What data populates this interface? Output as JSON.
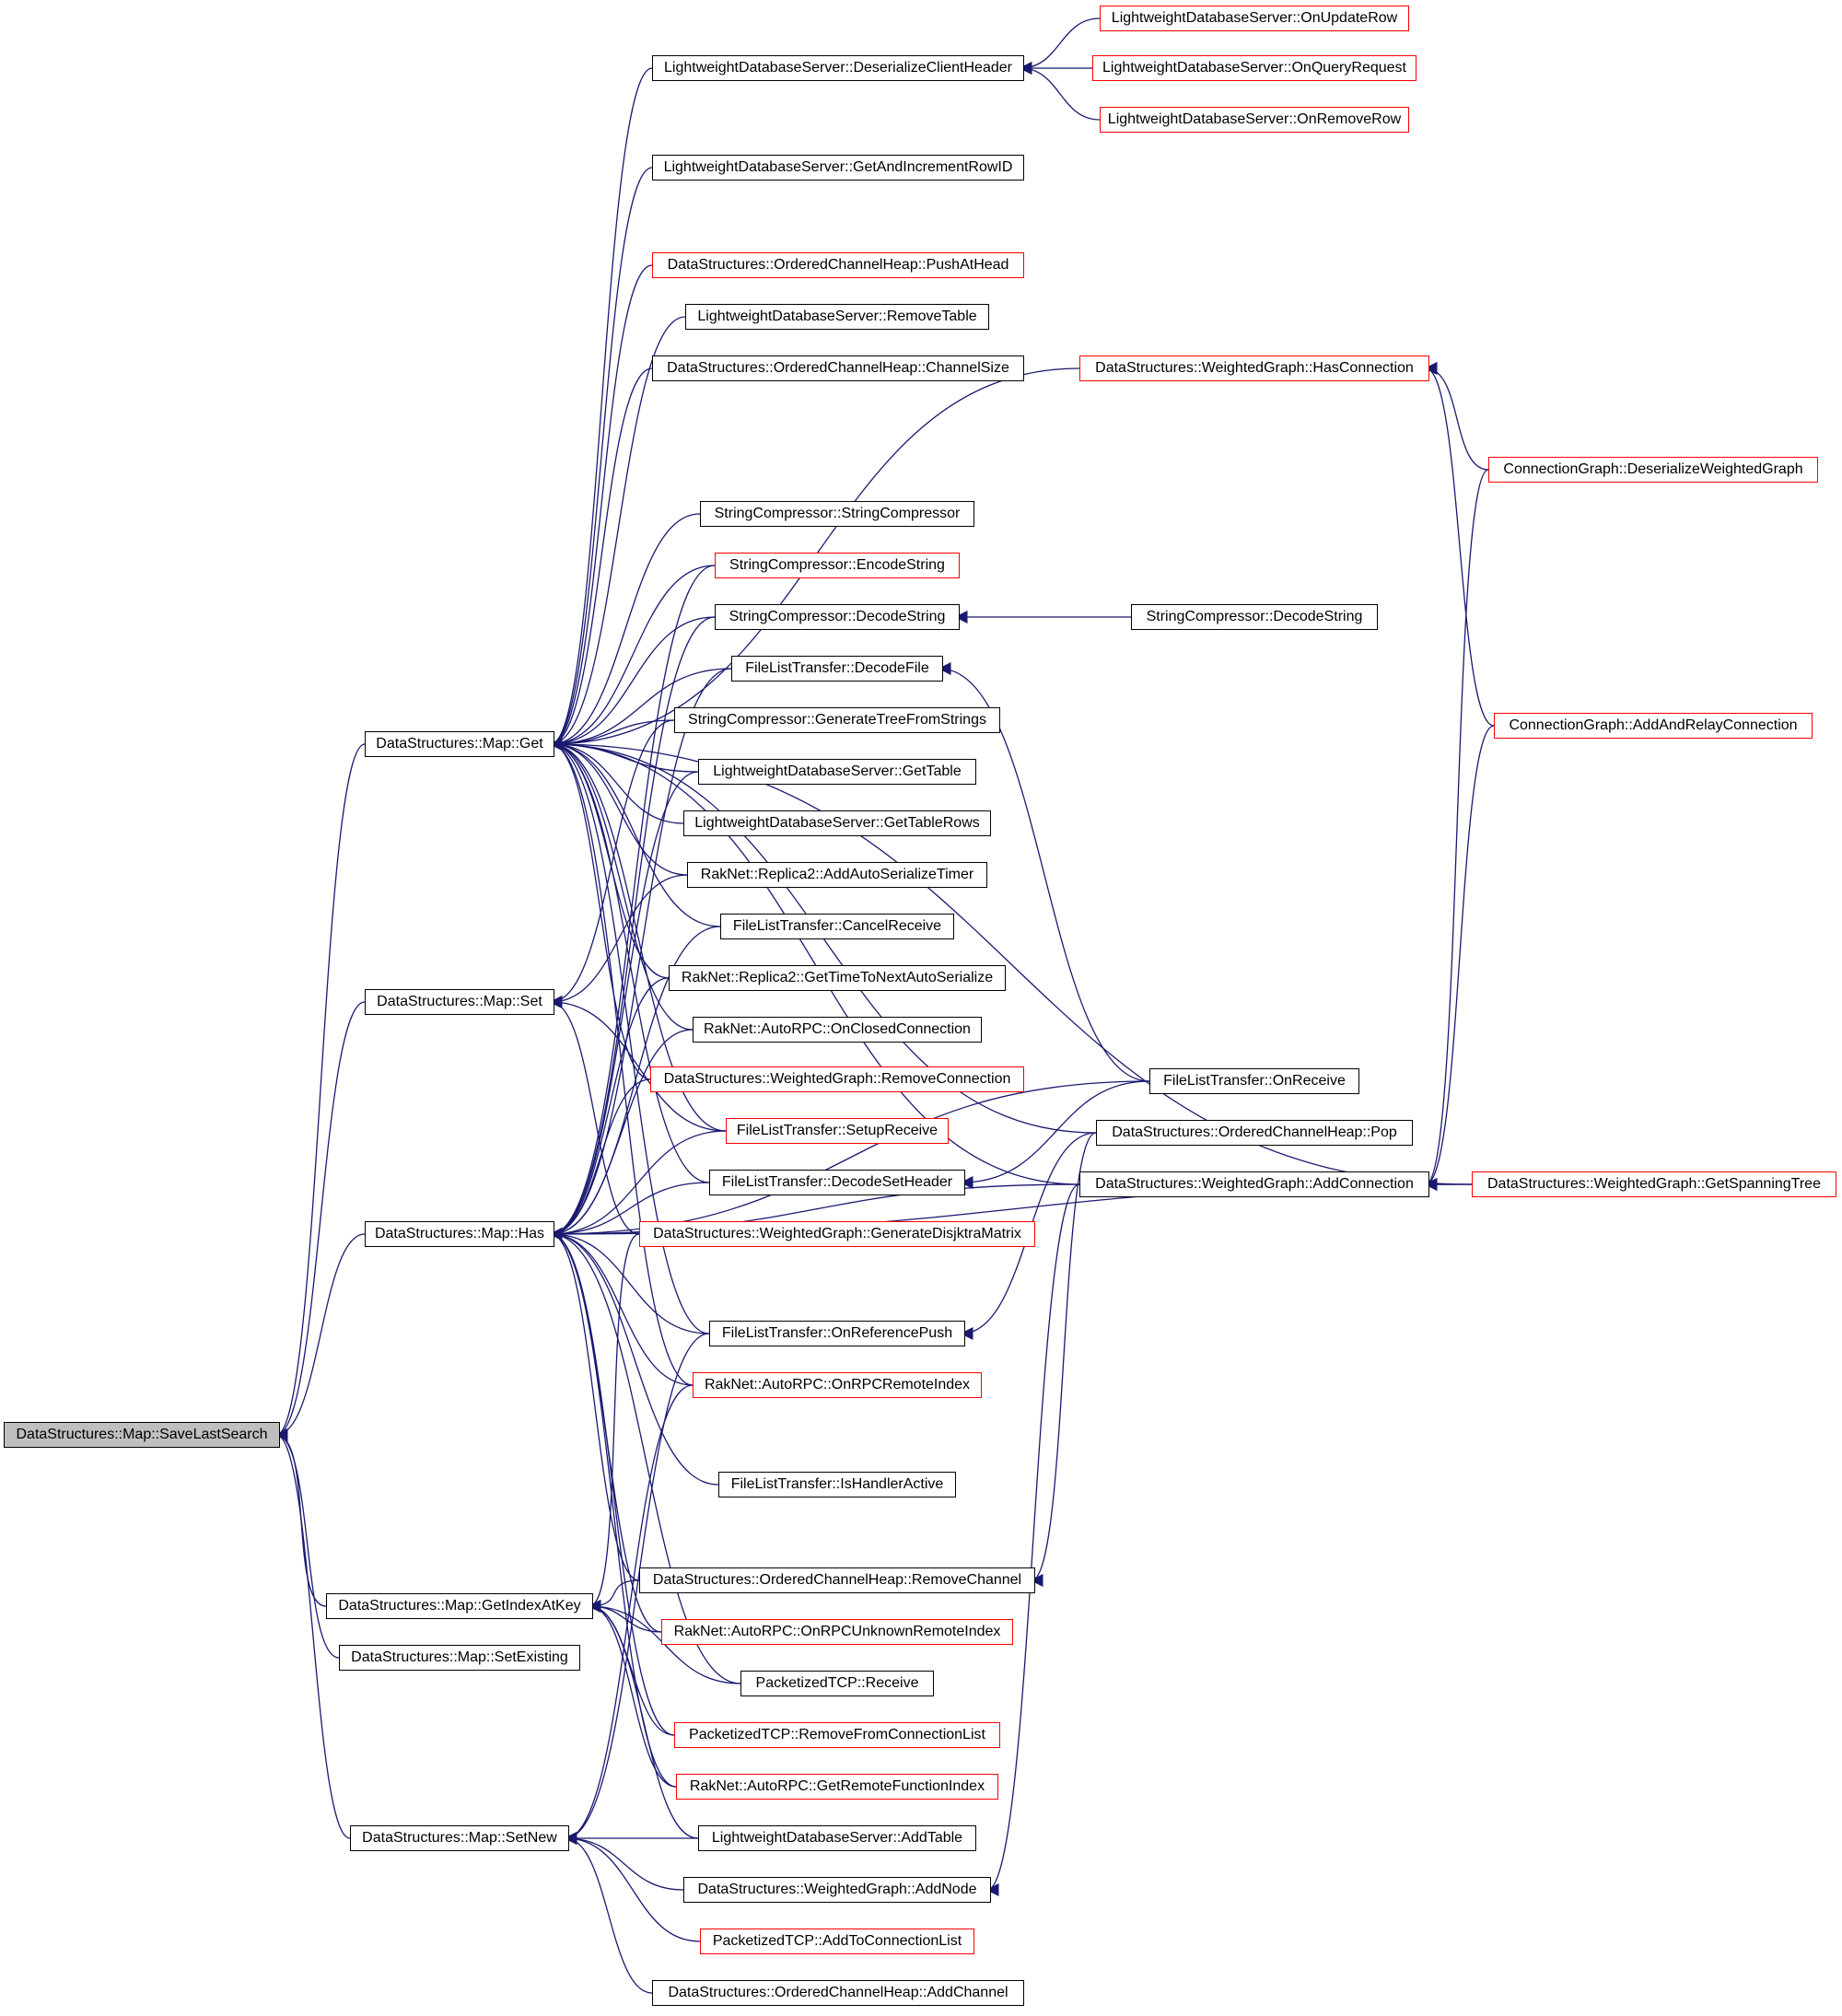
{
  "colors": {
    "edge": "#191970",
    "node_border": "#000000",
    "truncated_border": "#ff0000",
    "root_fill": "#bfbfbf"
  },
  "nodes": {
    "save_last_search": {
      "label": "DataStructures::Map::SaveLastSearch",
      "truncated": false,
      "root": true
    },
    "map_get": {
      "label": "DataStructures::Map::Get",
      "truncated": false
    },
    "map_set": {
      "label": "DataStructures::Map::Set",
      "truncated": false
    },
    "map_has": {
      "label": "DataStructures::Map::Has",
      "truncated": false
    },
    "map_get_index_at_key": {
      "label": "DataStructures::Map::GetIndexAtKey",
      "truncated": false
    },
    "map_set_existing": {
      "label": "DataStructures::Map::SetExisting",
      "truncated": false
    },
    "map_set_new": {
      "label": "DataStructures::Map::SetNew",
      "truncated": false
    },
    "ldb_deserialize_client_header": {
      "label": "LightweightDatabaseServer::DeserializeClientHeader",
      "truncated": false
    },
    "ldb_get_and_increment_row_id": {
      "label": "LightweightDatabaseServer::GetAndIncrementRowID",
      "truncated": false
    },
    "och_push_at_head": {
      "label": "DataStructures::OrderedChannelHeap::PushAtHead",
      "truncated": true
    },
    "ldb_remove_table": {
      "label": "LightweightDatabaseServer::RemoveTable",
      "truncated": false
    },
    "och_channel_size": {
      "label": "DataStructures::OrderedChannelHeap::ChannelSize",
      "truncated": false
    },
    "sc_string_compressor": {
      "label": "StringCompressor::StringCompressor",
      "truncated": false
    },
    "sc_encode_string": {
      "label": "StringCompressor::EncodeString",
      "truncated": true
    },
    "sc_decode_string": {
      "label": "StringCompressor::DecodeString",
      "truncated": false
    },
    "flt_decode_file": {
      "label": "FileListTransfer::DecodeFile",
      "truncated": false
    },
    "sc_generate_tree_from_strings": {
      "label": "StringCompressor::GenerateTreeFromStrings",
      "truncated": false
    },
    "ldb_get_table": {
      "label": "LightweightDatabaseServer::GetTable",
      "truncated": false
    },
    "ldb_get_table_rows": {
      "label": "LightweightDatabaseServer::GetTableRows",
      "truncated": false
    },
    "rn_add_auto_serialize_timer": {
      "label": "RakNet::Replica2::AddAutoSerializeTimer",
      "truncated": false
    },
    "flt_cancel_receive": {
      "label": "FileListTransfer::CancelReceive",
      "truncated": false
    },
    "rn_get_time_to_next_auto_serialize": {
      "label": "RakNet::Replica2::GetTimeToNextAutoSerialize",
      "truncated": false
    },
    "rn_on_closed_connection": {
      "label": "RakNet::AutoRPC::OnClosedConnection",
      "truncated": false
    },
    "wg_remove_connection": {
      "label": "DataStructures::WeightedGraph::RemoveConnection",
      "truncated": true
    },
    "flt_setup_receive": {
      "label": "FileListTransfer::SetupReceive",
      "truncated": true
    },
    "flt_decode_set_header": {
      "label": "FileListTransfer::DecodeSetHeader",
      "truncated": false
    },
    "wg_generate_disjktra_matrix": {
      "label": "DataStructures::WeightedGraph::GenerateDisjktraMatrix",
      "truncated": true
    },
    "flt_on_reference_push": {
      "label": "FileListTransfer::OnReferencePush",
      "truncated": false
    },
    "rn_on_rpc_remote_index": {
      "label": "RakNet::AutoRPC::OnRPCRemoteIndex",
      "truncated": true
    },
    "flt_is_handler_active": {
      "label": "FileListTransfer::IsHandlerActive",
      "truncated": false
    },
    "och_remove_channel": {
      "label": "DataStructures::OrderedChannelHeap::RemoveChannel",
      "truncated": false
    },
    "rn_on_rpc_unknown_remote_index": {
      "label": "RakNet::AutoRPC::OnRPCUnknownRemoteIndex",
      "truncated": true
    },
    "ptcp_receive": {
      "label": "PacketizedTCP::Receive",
      "truncated": false
    },
    "ptcp_remove_from_connection_list": {
      "label": "PacketizedTCP::RemoveFromConnectionList",
      "truncated": true
    },
    "rn_get_remote_function_index": {
      "label": "RakNet::AutoRPC::GetRemoteFunctionIndex",
      "truncated": true
    },
    "ldb_add_table": {
      "label": "LightweightDatabaseServer::AddTable",
      "truncated": false
    },
    "wg_add_node": {
      "label": "DataStructures::WeightedGraph::AddNode",
      "truncated": false
    },
    "ptcp_add_to_connection_list": {
      "label": "PacketizedTCP::AddToConnectionList",
      "truncated": true
    },
    "och_add_channel": {
      "label": "DataStructures::OrderedChannelHeap::AddChannel",
      "truncated": false
    },
    "ldb_on_update_row": {
      "label": "LightweightDatabaseServer::OnUpdateRow",
      "truncated": true
    },
    "ldb_on_query_request": {
      "label": "LightweightDatabaseServer::OnQueryRequest",
      "truncated": true
    },
    "ldb_on_remove_row": {
      "label": "LightweightDatabaseServer::OnRemoveRow",
      "truncated": true
    },
    "wg_has_connection": {
      "label": "DataStructures::WeightedGraph::HasConnection",
      "truncated": true
    },
    "sc_decode_string_2": {
      "label": "StringCompressor::DecodeString",
      "truncated": false
    },
    "flt_on_receive": {
      "label": "FileListTransfer::OnReceive",
      "truncated": false
    },
    "och_pop": {
      "label": "DataStructures::OrderedChannelHeap::Pop",
      "truncated": false
    },
    "wg_add_connection": {
      "label": "DataStructures::WeightedGraph::AddConnection",
      "truncated": false
    },
    "cg_deserialize_weighted_graph": {
      "label": "ConnectionGraph::DeserializeWeightedGraph",
      "truncated": true
    },
    "cg_add_and_relay_connection": {
      "label": "ConnectionGraph::AddAndRelayConnection",
      "truncated": true
    },
    "wg_get_spanning_tree": {
      "label": "DataStructures::WeightedGraph::GetSpanningTree",
      "truncated": true
    }
  },
  "edges": [
    [
      "map_get",
      "save_last_search"
    ],
    [
      "map_set",
      "save_last_search"
    ],
    [
      "map_has",
      "save_last_search"
    ],
    [
      "map_get_index_at_key",
      "save_last_search"
    ],
    [
      "map_set_existing",
      "save_last_search"
    ],
    [
      "map_set_new",
      "save_last_search"
    ],
    [
      "ldb_deserialize_client_header",
      "map_get"
    ],
    [
      "ldb_get_and_increment_row_id",
      "map_get"
    ],
    [
      "och_push_at_head",
      "map_get"
    ],
    [
      "ldb_remove_table",
      "map_get"
    ],
    [
      "och_channel_size",
      "map_get"
    ],
    [
      "sc_string_compressor",
      "map_get"
    ],
    [
      "sc_encode_string",
      "map_get"
    ],
    [
      "sc_decode_string",
      "map_get"
    ],
    [
      "flt_decode_file",
      "map_get"
    ],
    [
      "sc_generate_tree_from_strings",
      "map_get"
    ],
    [
      "ldb_get_table",
      "map_get"
    ],
    [
      "ldb_get_table_rows",
      "map_get"
    ],
    [
      "rn_add_auto_serialize_timer",
      "map_get"
    ],
    [
      "flt_cancel_receive",
      "map_get"
    ],
    [
      "rn_get_time_to_next_auto_serialize",
      "map_get"
    ],
    [
      "rn_on_closed_connection",
      "map_get"
    ],
    [
      "wg_remove_connection",
      "map_get"
    ],
    [
      "flt_setup_receive",
      "map_get"
    ],
    [
      "flt_decode_set_header",
      "map_get"
    ],
    [
      "flt_on_reference_push",
      "map_get"
    ],
    [
      "rn_on_rpc_remote_index",
      "map_get"
    ],
    [
      "wg_has_connection",
      "map_get"
    ],
    [
      "och_pop",
      "map_get"
    ],
    [
      "wg_add_connection",
      "map_get"
    ],
    [
      "wg_get_spanning_tree",
      "map_get"
    ],
    [
      "sc_generate_tree_from_strings",
      "map_set"
    ],
    [
      "rn_add_auto_serialize_timer",
      "map_set"
    ],
    [
      "flt_setup_receive",
      "map_set"
    ],
    [
      "wg_generate_disjktra_matrix",
      "map_set"
    ],
    [
      "sc_encode_string",
      "map_has"
    ],
    [
      "sc_decode_string",
      "map_has"
    ],
    [
      "flt_decode_file",
      "map_has"
    ],
    [
      "ldb_get_table",
      "map_has"
    ],
    [
      "flt_cancel_receive",
      "map_has"
    ],
    [
      "rn_get_time_to_next_auto_serialize",
      "map_has"
    ],
    [
      "rn_on_closed_connection",
      "map_has"
    ],
    [
      "wg_remove_connection",
      "map_has"
    ],
    [
      "flt_setup_receive",
      "map_has"
    ],
    [
      "flt_decode_set_header",
      "map_has"
    ],
    [
      "flt_on_reference_push",
      "map_has"
    ],
    [
      "rn_on_rpc_remote_index",
      "map_has"
    ],
    [
      "flt_is_handler_active",
      "map_has"
    ],
    [
      "och_remove_channel",
      "map_has"
    ],
    [
      "rn_on_rpc_unknown_remote_index",
      "map_has"
    ],
    [
      "ptcp_receive",
      "map_has"
    ],
    [
      "ptcp_remove_from_connection_list",
      "map_has"
    ],
    [
      "rn_get_remote_function_index",
      "map_has"
    ],
    [
      "flt_on_receive",
      "map_has"
    ],
    [
      "wg_add_connection",
      "map_has"
    ],
    [
      "wg_generate_disjktra_matrix",
      "map_get_index_at_key"
    ],
    [
      "och_remove_channel",
      "map_get_index_at_key"
    ],
    [
      "rn_on_rpc_unknown_remote_index",
      "map_get_index_at_key"
    ],
    [
      "ptcp_receive",
      "map_get_index_at_key"
    ],
    [
      "ptcp_remove_from_connection_list",
      "map_get_index_at_key"
    ],
    [
      "rn_get_remote_function_index",
      "map_get_index_at_key"
    ],
    [
      "ldb_add_table",
      "map_get_index_at_key"
    ],
    [
      "flt_on_reference_push",
      "map_set_new"
    ],
    [
      "rn_on_rpc_remote_index",
      "map_set_new"
    ],
    [
      "ldb_add_table",
      "map_set_new"
    ],
    [
      "wg_add_node",
      "map_set_new"
    ],
    [
      "ptcp_add_to_connection_list",
      "map_set_new"
    ],
    [
      "och_add_channel",
      "map_set_new"
    ],
    [
      "ldb_on_update_row",
      "ldb_deserialize_client_header"
    ],
    [
      "ldb_on_query_request",
      "ldb_deserialize_client_header"
    ],
    [
      "ldb_on_remove_row",
      "ldb_deserialize_client_header"
    ],
    [
      "sc_decode_string_2",
      "sc_decode_string"
    ],
    [
      "flt_on_receive",
      "flt_decode_file"
    ],
    [
      "flt_on_receive",
      "flt_decode_set_header"
    ],
    [
      "och_pop",
      "flt_on_reference_push"
    ],
    [
      "och_pop",
      "och_remove_channel"
    ],
    [
      "wg_add_connection",
      "wg_add_node"
    ],
    [
      "cg_deserialize_weighted_graph",
      "wg_has_connection"
    ],
    [
      "cg_add_and_relay_connection",
      "wg_has_connection"
    ],
    [
      "cg_deserialize_weighted_graph",
      "wg_add_connection"
    ],
    [
      "cg_add_and_relay_connection",
      "wg_add_connection"
    ],
    [
      "wg_get_spanning_tree",
      "wg_add_connection"
    ],
    [
      "wg_get_spanning_tree",
      "map_has"
    ]
  ]
}
